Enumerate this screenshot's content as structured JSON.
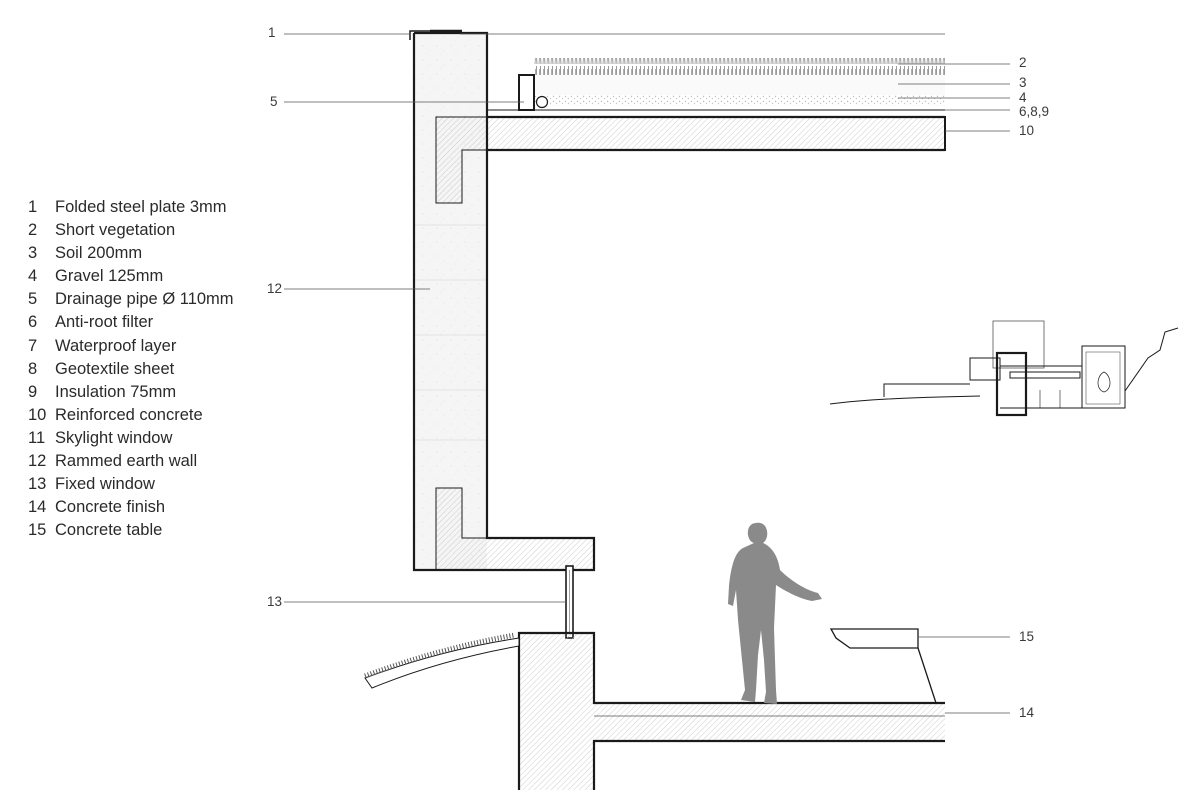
{
  "legend": [
    {
      "num": "1",
      "label": "Folded steel plate 3mm"
    },
    {
      "num": "2",
      "label": "Short vegetation"
    },
    {
      "num": "3",
      "label": "Soil 200mm"
    },
    {
      "num": "4",
      "label": "Gravel 125mm"
    },
    {
      "num": "5",
      "label": "Drainage pipe Ø 110mm"
    },
    {
      "num": "6",
      "label": "Anti-root filter"
    },
    {
      "num": "7",
      "label": "Waterproof layer"
    },
    {
      "num": "8",
      "label": "Geotextile sheet"
    },
    {
      "num": "9",
      "label": "Insulation 75mm"
    },
    {
      "num": "10",
      "label": "Reinforced concrete"
    },
    {
      "num": "11",
      "label": "Skylight window"
    },
    {
      "num": "12",
      "label": "Rammed earth wall"
    },
    {
      "num": "13",
      "label": "Fixed window"
    },
    {
      "num": "14",
      "label": "Concrete finish"
    },
    {
      "num": "15",
      "label": "Concrete table"
    }
  ],
  "callouts": {
    "c1": "1",
    "c2": "2",
    "c3": "3",
    "c4": "4",
    "c5": "5",
    "c689": "6,8,9",
    "c10": "10",
    "c12": "12",
    "c13": "13",
    "c14": "14",
    "c15": "15"
  },
  "colors": {
    "line": "#1a1a1a",
    "leader": "#555555",
    "hatch": "#bcbcbc",
    "earth": "#f4f4f4",
    "figure": "#8a8a8a"
  }
}
